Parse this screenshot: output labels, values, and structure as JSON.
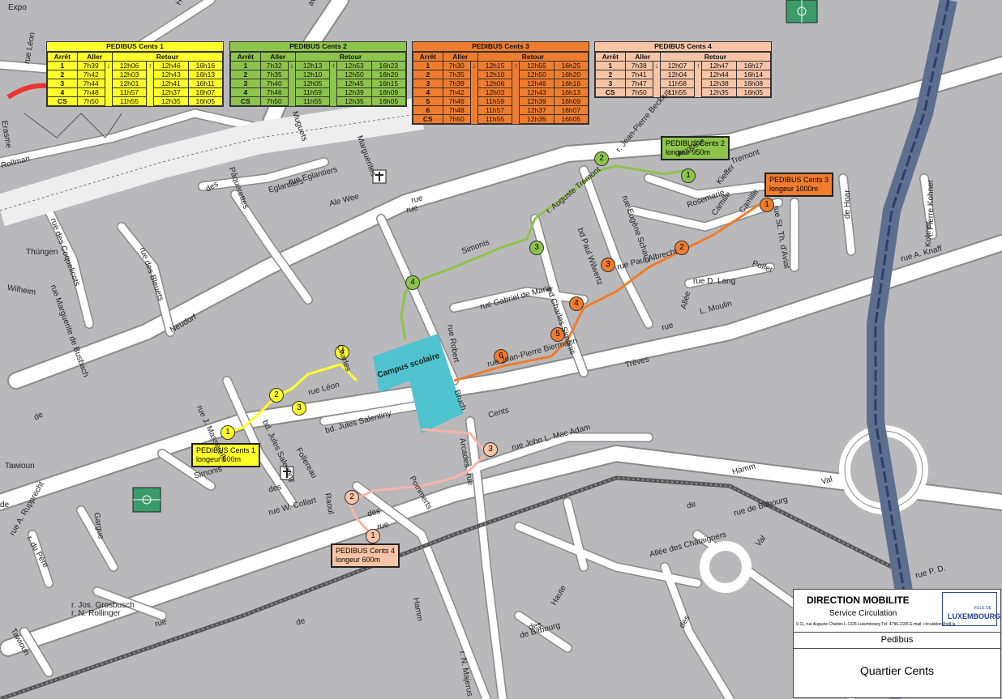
{
  "tables": [
    {
      "title": "PEDIBUS Cents 1",
      "color": "#ffff2a",
      "headers": [
        "Arrêt",
        "Aller",
        "Retour"
      ],
      "rows": [
        [
          "1",
          "7h39",
          "12h06",
          "12h46",
          "16h16"
        ],
        [
          "2",
          "7h42",
          "12h03",
          "12h43",
          "16h13"
        ],
        [
          "3",
          "7h44",
          "12h01",
          "12h41",
          "16h11"
        ],
        [
          "4",
          "7h48",
          "11h57",
          "12h37",
          "16h07"
        ],
        [
          "CS",
          "7h50",
          "11h55",
          "12h35",
          "16h05"
        ]
      ]
    },
    {
      "title": "PEDIBUS Cents 2",
      "color": "#8dc44b",
      "headers": [
        "Arrêt",
        "Aller",
        "Retour"
      ],
      "rows": [
        [
          "1",
          "7h32",
          "12h13",
          "12h53",
          "16h23"
        ],
        [
          "2",
          "7h35",
          "12h10",
          "12h50",
          "16h20"
        ],
        [
          "3",
          "7h40",
          "12h05",
          "12h45",
          "16h15"
        ],
        [
          "4",
          "7h46",
          "11h59",
          "12h39",
          "16h09"
        ],
        [
          "CS",
          "7h50",
          "11h55",
          "12h35",
          "16h05"
        ]
      ]
    },
    {
      "title": "PEDIBUS Cents 3",
      "color": "#f07c2e",
      "headers": [
        "Arrêt",
        "Aller",
        "Retour"
      ],
      "rows": [
        [
          "1",
          "7h30",
          "12h15",
          "12h55",
          "16h25"
        ],
        [
          "2",
          "7h35",
          "12h10",
          "12h50",
          "16h20"
        ],
        [
          "3",
          "7h39",
          "12h06",
          "12h46",
          "16h16"
        ],
        [
          "4",
          "7h42",
          "12h03",
          "12h43",
          "16h13"
        ],
        [
          "5",
          "7h46",
          "11h59",
          "12h39",
          "16h09"
        ],
        [
          "6",
          "7h48",
          "11h57",
          "12h37",
          "16h07"
        ],
        [
          "CS",
          "7h50",
          "11h55",
          "12h35",
          "16h05"
        ]
      ]
    },
    {
      "title": "PEDIBUS Cents 4",
      "color": "#f8c4a6",
      "headers": [
        "Arrêt",
        "Aller",
        "Retour"
      ],
      "rows": [
        [
          "1",
          "7h38",
          "12h07",
          "12h47",
          "16h17"
        ],
        [
          "2",
          "7h41",
          "12h04",
          "12h44",
          "16h14"
        ],
        [
          "3",
          "7h47",
          "11h58",
          "12h38",
          "16h08"
        ],
        [
          "CS",
          "7h50",
          "11h55",
          "12h35",
          "16h05"
        ]
      ]
    }
  ],
  "route_boxes": [
    {
      "line1": "PEDIBUS Cents 1",
      "line2": "longeur 600m",
      "color": "#ffff2a"
    },
    {
      "line1": "PEDIBUS Cents 2",
      "line2": "longeur 950m",
      "color": "#8dc44b"
    },
    {
      "line1": "PEDIBUS Cents 3",
      "line2": "longeur 1000m",
      "color": "#f07c2e"
    },
    {
      "line1": "PEDIBUS Cents 4",
      "line2": "longeur 600m",
      "color": "#f8c4a6"
    }
  ],
  "campus": "Campus scolaire",
  "streets": [
    "avenue",
    "Hungen",
    "Expo",
    "rue Léon",
    "Erasme",
    "Rollman",
    "des",
    "Eglantiers",
    "rue Eglantiers",
    "Ale Wee",
    "rue",
    "rue des Coquelicots",
    "Thüngen",
    "rue des Bleuets",
    "Wilheim",
    "rue Marguerite de Busbach",
    "Neudorf",
    "de",
    "Tawioun",
    "des",
    "Muguets",
    "Marguerites",
    "Pâquerettes",
    "rue",
    "Simonis",
    "r. Auguste Tremont",
    "r. Jean-Pierre Beckius",
    "Auguste",
    "Tremont",
    "Kieffer",
    "Rosemarie",
    "Camille",
    "Camille",
    "rue St. Th. d'Aviat",
    "de Hoar",
    "r. Pierre Kohner",
    "Kohner",
    "Polfer",
    "rue D. Lang",
    "L. Moulin",
    "Allée",
    "rue Eugène Schaus",
    "bd Paul Wilwertz",
    "rue Paul Albrecht",
    "bd Charles Simonis",
    "rue Gabriel de Marie",
    "rue Robert",
    "Bruch",
    "rue Jean-Pierre Biermann",
    "rue",
    "Trèves",
    "Cents",
    "rue A. Knaff",
    "Charles",
    "bd. Jules Salentiny",
    "rue J. Masserelle",
    "rue Léon",
    "bd. Jules Salentiny",
    "Simonis",
    "Follereau",
    "rue John L. Mac Adam",
    "Hamm",
    "Val",
    "de",
    "rue de Bitbourg",
    "Allée des Châtaigners",
    "Val",
    "rue P. D.",
    "Raoul",
    "Pommerts",
    "rue",
    "des",
    "Arcades",
    "rue",
    "Hamm",
    "de",
    "des",
    "rue",
    "de Bitbourg",
    "Haute",
    "des",
    "r. N. Majerus",
    "rue A. Rupprecht",
    "r. du Père",
    "r. Jos. Grosbusch",
    "r. N. Rollinger",
    "Tawioun",
    "Gargue",
    "de",
    "rue W. Collart"
  ],
  "legend": {
    "department": "DIRECTION MOBILITE",
    "service": "Service Circulation",
    "address": "9-11, rue Auguste Charles L-1326 Luxembourg    Tél: 4796-2165    E-mail: circulation@vdl.lu",
    "logo_small": "VILLE DE",
    "logo_big": "LUXEMBOURG",
    "subtitle": "Pedibus",
    "quarter": "Quartier Cents"
  },
  "icons": [
    "football-field-icon",
    "church-icon",
    "arrow-down-icon",
    "arrow-up-icon"
  ]
}
